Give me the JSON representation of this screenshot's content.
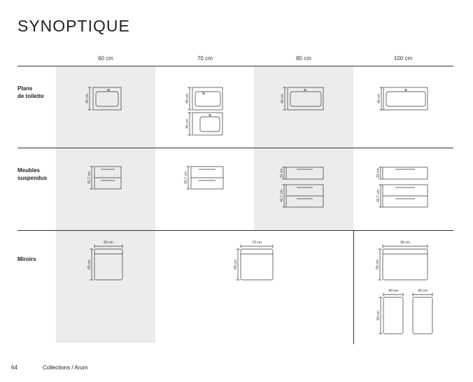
{
  "title": "SYNOPTIQUE",
  "columns": [
    "60 cm",
    "70 cm",
    "80 cm",
    "100 cm"
  ],
  "rows": {
    "plans": "Plans\nde toilette",
    "meubles": "Meubles\nsuspendus",
    "miroirs": "Miroirs"
  },
  "dims": {
    "plan_60": "46 cm",
    "plan_70a": "46 cm",
    "plan_70b": "46 cm",
    "plan_80": "46 cm",
    "plan_100": "46 cm",
    "meuble_60": "42,7 cm",
    "meuble_70": "42,7 cm",
    "meuble_80a": "22 cm",
    "meuble_80b": "42,7 cm",
    "meuble_100a": "22 cm",
    "meuble_100b": "42,7 cm",
    "miroir_60_w": "60 cm",
    "miroir_60_h": "65 cm",
    "miroir_70_w": "70 cm",
    "miroir_70_h": "65 cm",
    "miroir_90_w": "90 cm",
    "miroir_90_h": "65 cm",
    "miroir_40a_w": "40 cm",
    "miroir_40b_w": "40 cm",
    "miroir_40_h": "80 cm"
  },
  "footer": {
    "page": "64",
    "breadcrumb": "Collections / Arum"
  }
}
